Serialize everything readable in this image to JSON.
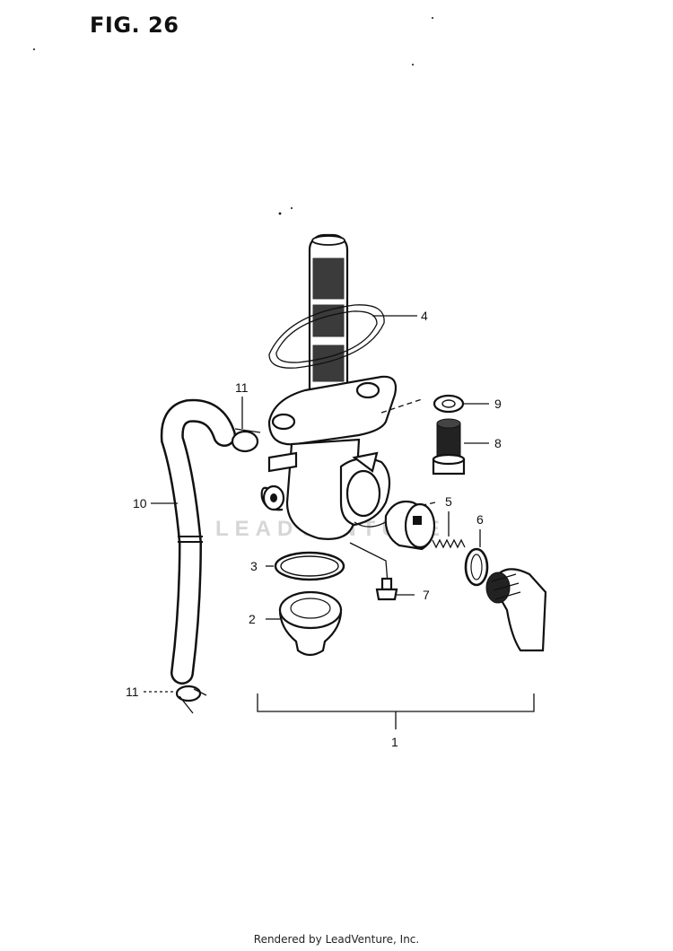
{
  "figure": {
    "title": "FIG. 26"
  },
  "callouts": [
    {
      "id": "c1",
      "label": "1"
    },
    {
      "id": "c2",
      "label": "2"
    },
    {
      "id": "c3",
      "label": "3"
    },
    {
      "id": "c4",
      "label": "4"
    },
    {
      "id": "c5",
      "label": "5"
    },
    {
      "id": "c6",
      "label": "6"
    },
    {
      "id": "c7",
      "label": "7"
    },
    {
      "id": "c8",
      "label": "8"
    },
    {
      "id": "c9",
      "label": "9"
    },
    {
      "id": "c10",
      "label": "10"
    },
    {
      "id": "c11a",
      "label": "11"
    },
    {
      "id": "c11b",
      "label": "11"
    }
  ],
  "watermark": "LEADVENTURE",
  "footer": "Rendered by LeadVenture, Inc."
}
